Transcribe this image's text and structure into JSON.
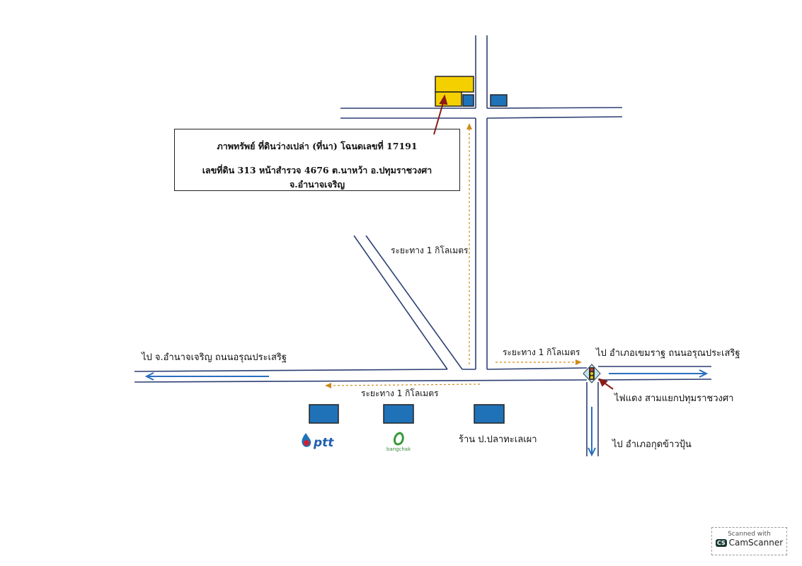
{
  "property_box": {
    "line1": "ภาพทรัพย์ ที่ดินว่างเปล่า (ที่นา) โฉนดเลขที่ 17191",
    "line2": "เลขที่ดิน 313 หน้าสำรวจ 4676 ต.นาหว้า อ.ปทุมราชวงศา จ.อำนาจเจริญ"
  },
  "labels": {
    "distance_vertical": "ระยะทาง 1 กิโลเมตร",
    "distance_right": "ระยะทาง 1 กิโลเมตร",
    "distance_left": "ระยะทาง 1 กิโลเมตร",
    "to_amnat": "ไป จ.อำนาจเจริญ ถนนอรุณประเสริฐ",
    "to_khemarat": "ไป อำเภอเขมราฐ ถนนอรุณประเสริฐ",
    "traffic_light": "ไฟแดง สามแยกปทุมราชวงศา",
    "to_kut_khaopun": "ไป อำเภอกุดข้าวปุ้น",
    "shop": "ร้าน ป.ปลาทะเลเผา"
  },
  "landmarks": {
    "ptt_logo": "ptt",
    "bangchak_logo": "bangchak"
  },
  "watermark": {
    "line1": "Scanned with",
    "brand": "CamScanner",
    "logo": "CS"
  },
  "colors": {
    "road": "#2b3f73",
    "arrow": "#2a6fc0",
    "distance": "#d08a1a",
    "property": "#f5d000",
    "building": "#1f72b8",
    "pointer": "#8b1a1a"
  }
}
